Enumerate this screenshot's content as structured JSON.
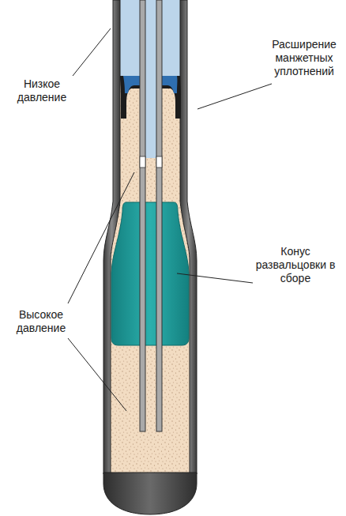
{
  "diagram": {
    "labels": [
      "Низкое давление",
      "Расширение манжетных уплотнений",
      "Конус развальцовки в сборе",
      "Высокое давление"
    ]
  }
}
